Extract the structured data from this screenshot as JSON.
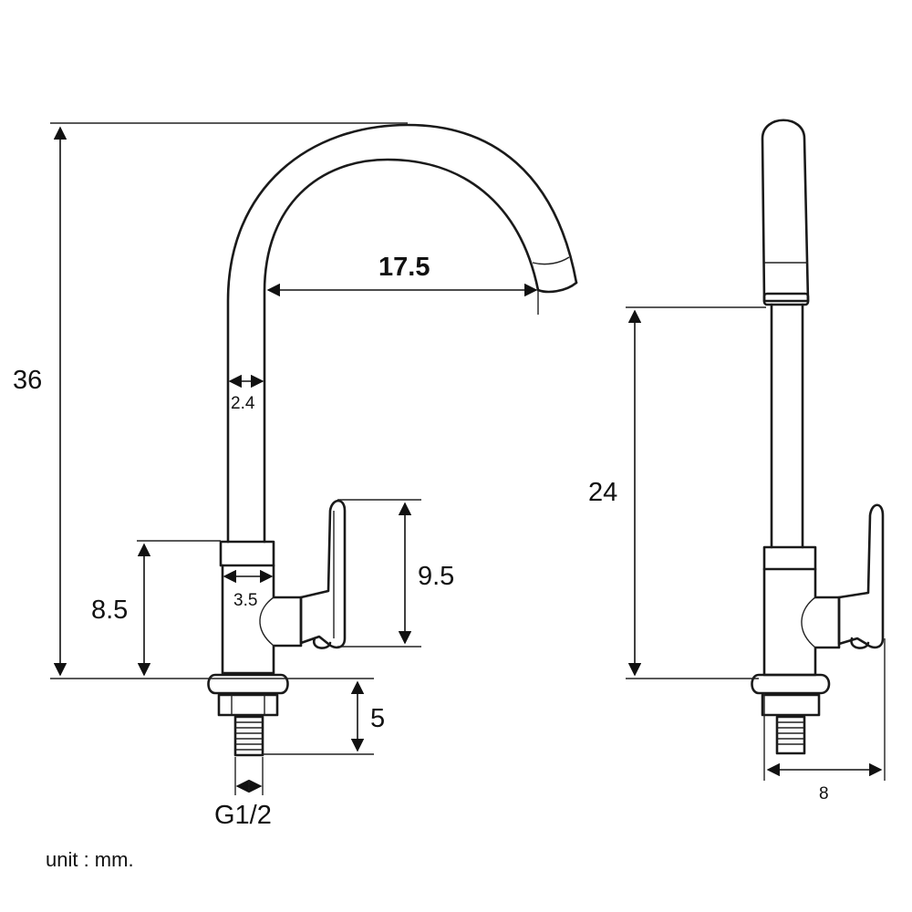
{
  "dimensions": {
    "total_height": "36",
    "spout_reach": "17.5",
    "pipe_diameter": "2.4",
    "body_height": "8.5",
    "body_diameter": "3.5",
    "handle_height": "9.5",
    "thread_length": "5",
    "thread_size": "G1/2",
    "side_height": "24",
    "side_width": "8"
  },
  "unit_label": "unit : mm."
}
